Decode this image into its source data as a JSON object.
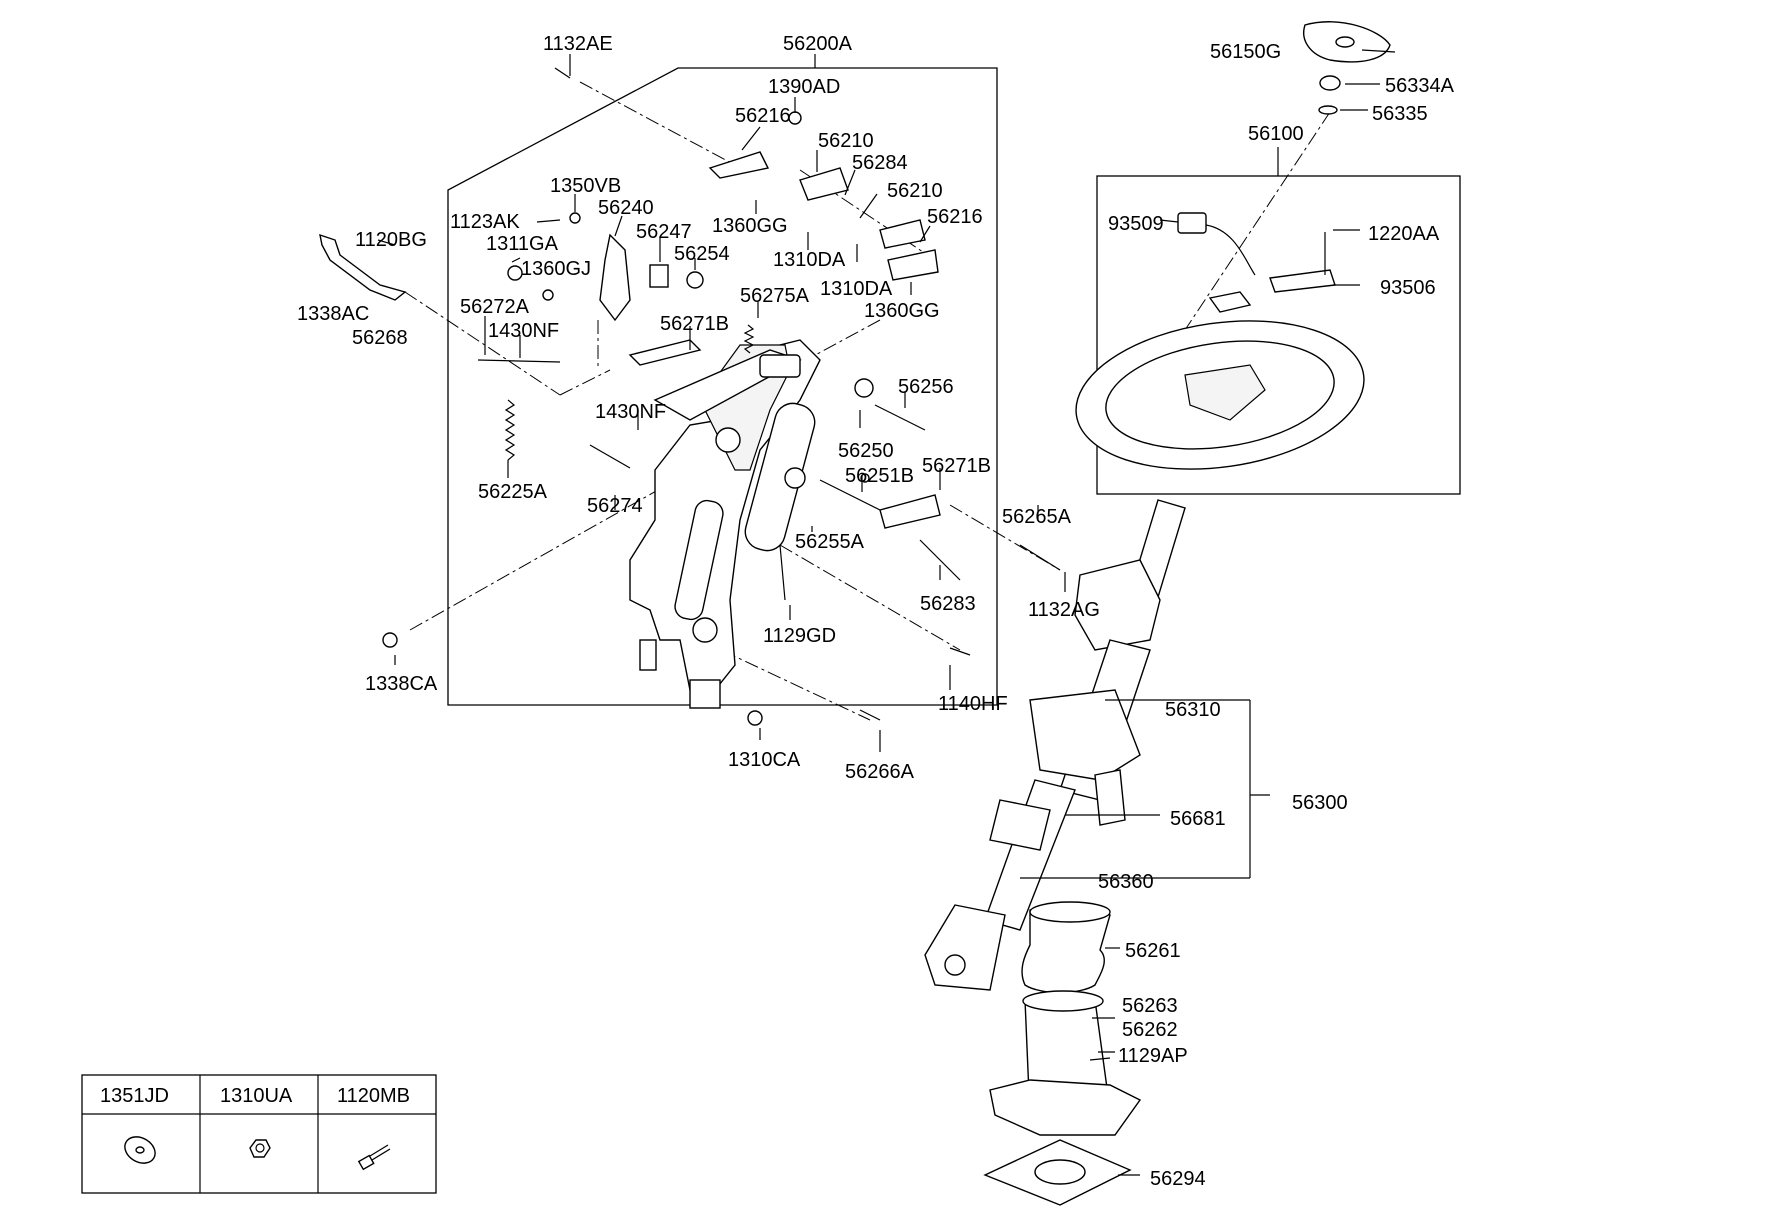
{
  "labels": {
    "p1132AE": "1132AE",
    "p56200A": "56200A",
    "p1390AD": "1390AD",
    "p56216a": "56216",
    "p56210a": "56210",
    "p56284": "56284",
    "p56210b": "56210",
    "p56216b": "56216",
    "p1350VB": "1350VB",
    "p1123AK": "1123AK",
    "p56240": "56240",
    "p1360GGa": "1360GG",
    "p1120BG": "1120BG",
    "p1311GA": "1311GA",
    "p56247": "56247",
    "p56254": "56254",
    "p1310DAa": "1310DA",
    "p1360GJ": "1360GJ",
    "p1310DAb": "1310DA",
    "p1338AC": "1338AC",
    "p56272A": "56272A",
    "p56275A": "56275A",
    "p1360GGb": "1360GG",
    "p56268": "56268",
    "p56271Ba": "56271B",
    "p1430NFa": "1430NF",
    "p56256": "56256",
    "p1430NFb": "1430NF",
    "p56250": "56250",
    "p56271Bb": "56271B",
    "p56251B": "56251B",
    "p56225A": "56225A",
    "p56274": "56274",
    "p56265A": "56265A",
    "p56255A": "56255A",
    "p56283": "56283",
    "p1132AG": "1132AG",
    "p1129GD": "1129GD",
    "p1338CA": "1338CA",
    "p1140HF": "1140HF",
    "p1310CA": "1310CA",
    "p56266A": "56266A",
    "p56150G": "56150G",
    "p56334A": "56334A",
    "p56335": "56335",
    "p56100": "56100",
    "p93509": "93509",
    "p1220AA": "1220AA",
    "p93506": "93506",
    "p56310": "56310",
    "p56300": "56300",
    "p56681": "56681",
    "p56360": "56360",
    "p56261": "56261",
    "p56263": "56263",
    "p56262": "56262",
    "p1129AP": "1129AP",
    "p56294": "56294"
  },
  "table": {
    "headers": [
      "1351JD",
      "1310UA",
      "1120MB"
    ]
  }
}
